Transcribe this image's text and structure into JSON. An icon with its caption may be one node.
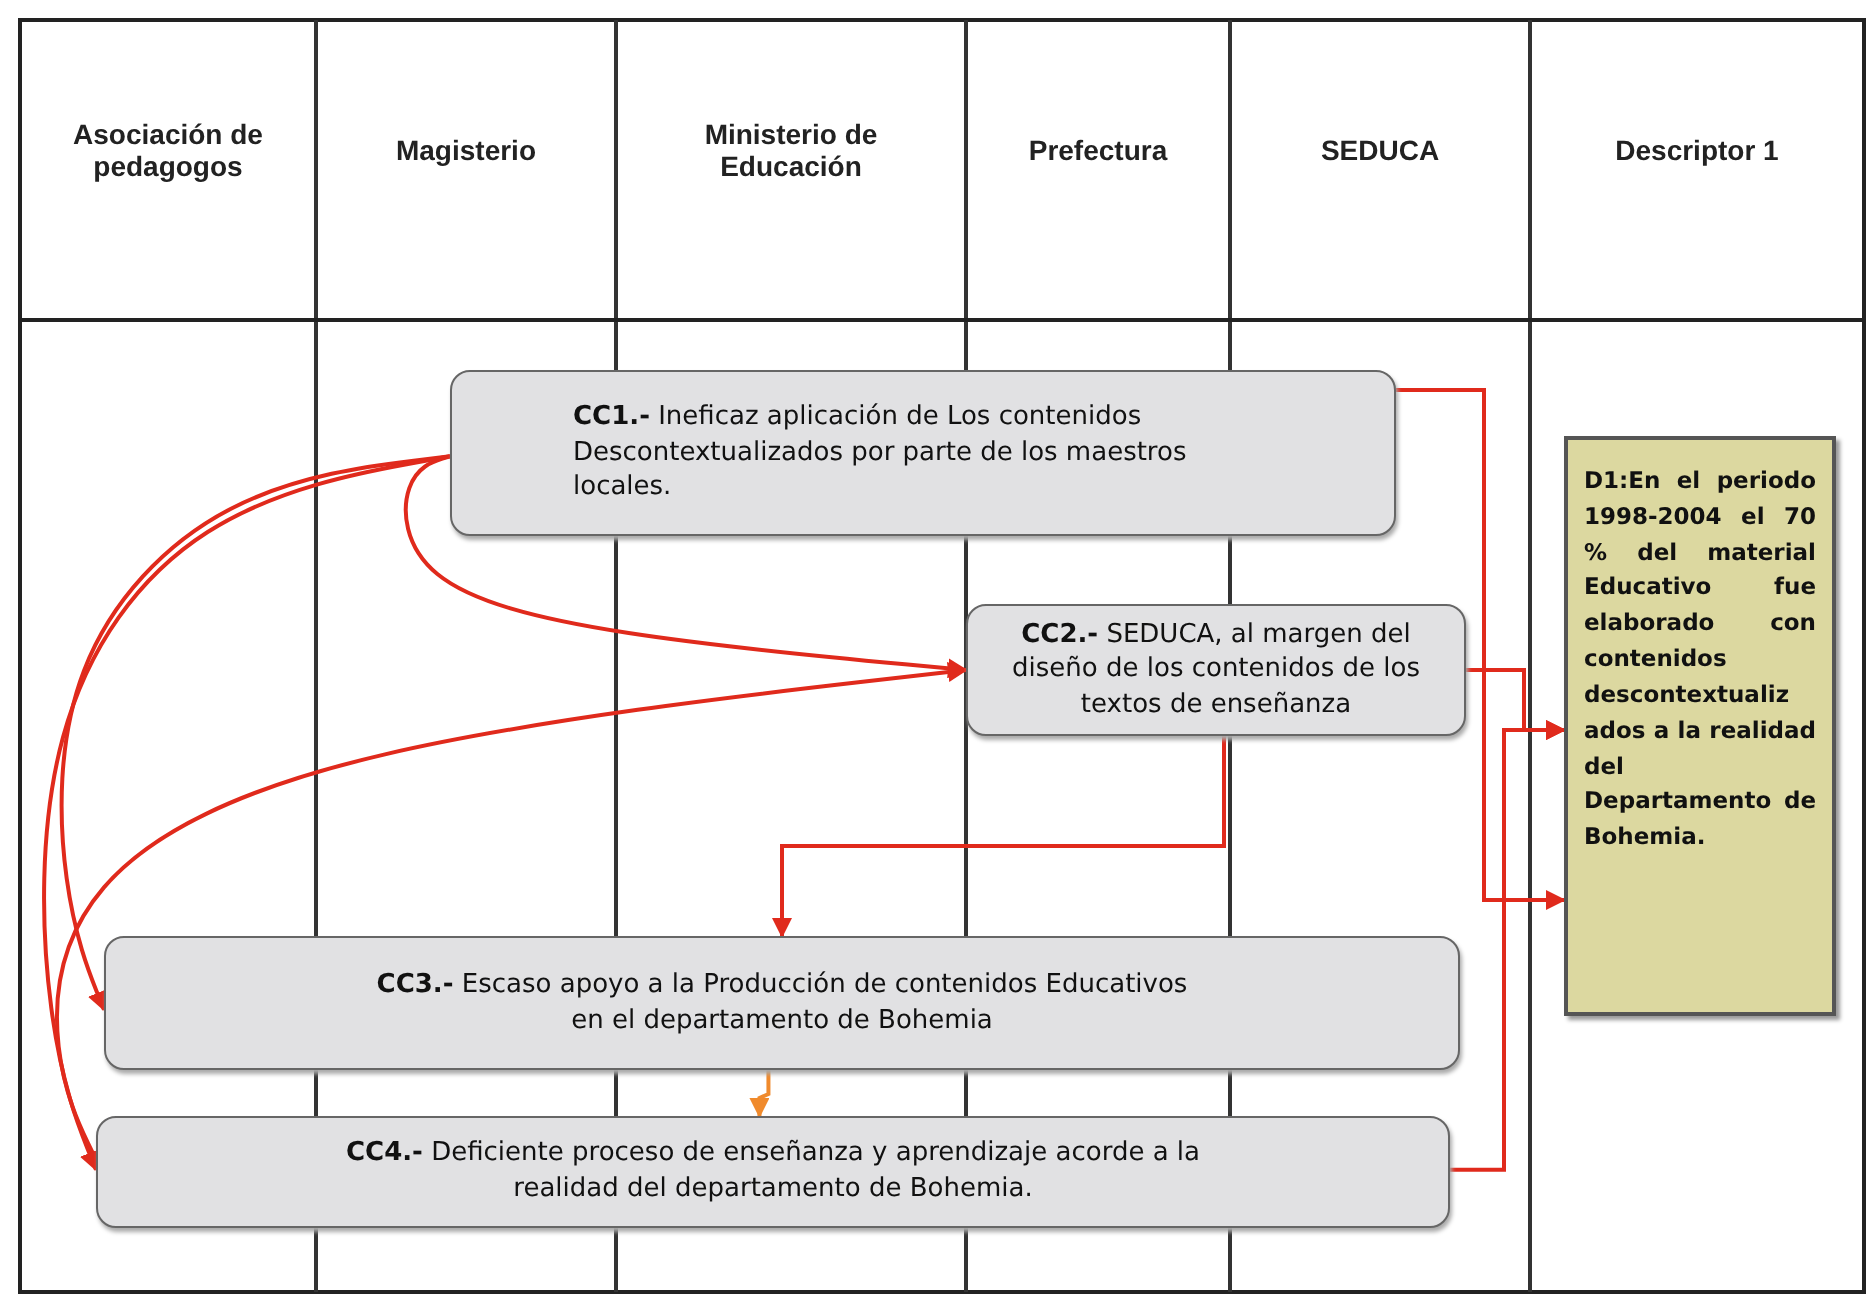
{
  "diagram": {
    "nodes": [
      {
        "text": [
          "**CC1.-** Ineficaz aplicación de Los contenidos Descontextualizados  por  parte de los maestros locales."
        ]
      },
      {
        "text": [
          "**CC2.-** SEDUCA, al margen del diseño de los contenidos de los textos de enseñanza"
        ]
      },
      {
        "text": [
          "**CC3.-** Escaso apoyo a la Producción de contenidos Educativos en el departamento de Bohemia"
        ]
      },
      {
        "text": [
          "**CC4.-** Deficiente proceso de enseñanza y aprendizaje acorde a la realidad  del departamento de Bohemia."
        ]
      },
      {
        "text": [
          "D1:En el periodo 1998-2004 el 70 % del material Educativo fue elaborado con contenidos descontextualiz ados a la realidad del Departamento de Bohemia."
        ]
      }
    ],
    "edges": [
      {
        "from": 0,
        "to": 1,
        "arrow": "to"
      },
      {
        "from": 0,
        "to": 2,
        "arrow": "to"
      },
      {
        "from": 0,
        "to": 3,
        "arrow": "to"
      },
      {
        "from": 3,
        "to": 1,
        "arrow": "to"
      },
      {
        "from": 0,
        "to": 4,
        "arrow": "to"
      },
      {
        "from": 1,
        "to": 4,
        "arrow": "to"
      },
      {
        "from": 1,
        "to": 2,
        "arrow": "to"
      },
      {
        "from": 2,
        "to": 3,
        "arrow": "to",
        "color": "#f08a2c"
      },
      {
        "from": 3,
        "to": 4,
        "arrow": "to"
      }
    ],
    "labels": [
      "Asociación de pedagogos",
      "Magisterio",
      "Ministerio de Educación",
      "Prefectura",
      "SEDUCA",
      "Descriptor 1"
    ]
  }
}
